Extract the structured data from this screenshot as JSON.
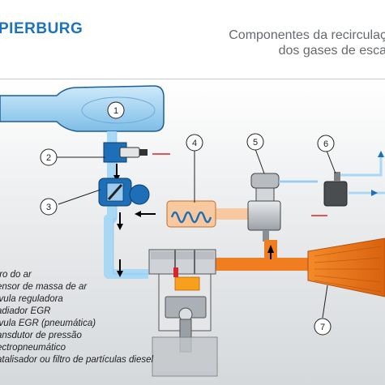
{
  "header": {
    "brand": "PIERBURG",
    "title_line1": "Componentes da recirculaç",
    "title_line2": "dos gases de esca"
  },
  "callouts": [
    "1",
    "2",
    "3",
    "4",
    "5",
    "6",
    "7"
  ],
  "legend": [
    "tro do ar",
    "ensor de massa de ar",
    "lvula reguladora",
    "adiador EGR",
    "lvula EGR (pneumática)",
    "ansdutor de pressão",
    "ectropneumático",
    "atalisador ou filtro de partículas diesel"
  ],
  "colors": {
    "brand_blue": "#1b74bd",
    "intake_air": "#a9d8f5",
    "exhaust": "#f07d1f",
    "egr_gas": "#f8c9a0",
    "component_blue": "#1d6fb8"
  }
}
